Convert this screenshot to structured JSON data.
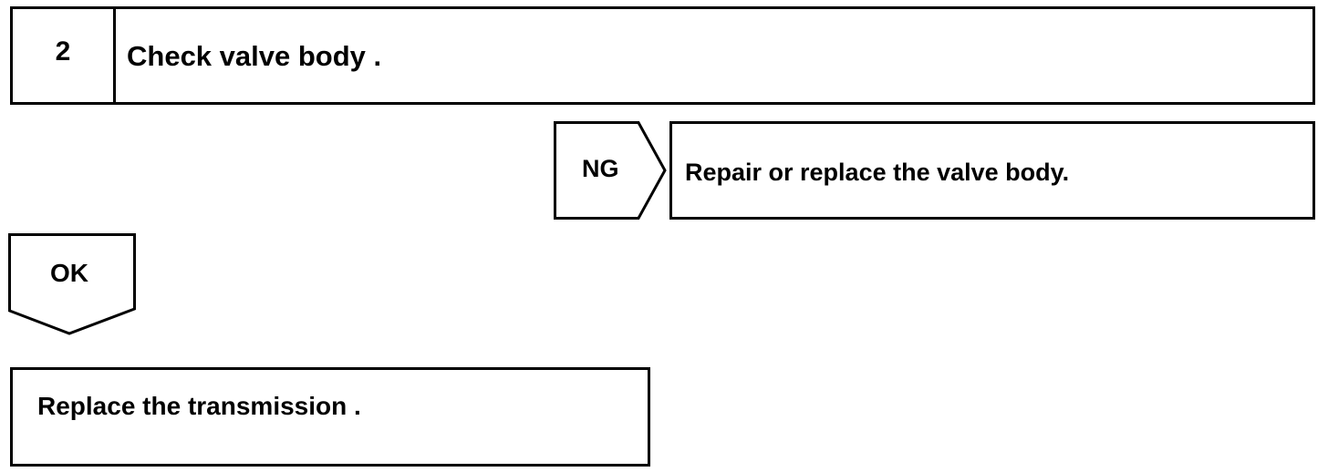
{
  "step": {
    "number": "2",
    "title": "Check valve body ."
  },
  "ng_branch": {
    "label": "NG",
    "action": "Repair or replace the valve body."
  },
  "ok_branch": {
    "label": "OK",
    "action": "Replace the transmission ."
  },
  "colors": {
    "line": "#000000",
    "background": "#ffffff"
  }
}
